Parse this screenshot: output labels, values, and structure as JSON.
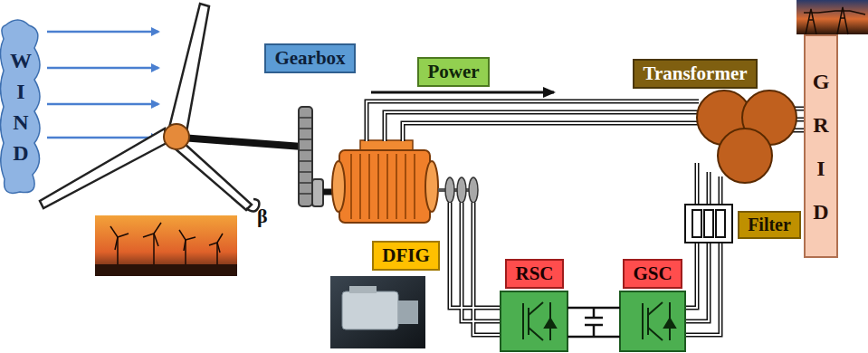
{
  "diagram": {
    "nodes": [
      {
        "text": [
          "W I N D"
        ]
      },
      {
        "text": [
          "Gearbox"
        ]
      },
      {
        "text": [
          "Power"
        ]
      },
      {
        "text": [
          "Transformer"
        ]
      },
      {
        "text": [
          "G R I D"
        ]
      },
      {
        "text": [
          "DFIG"
        ]
      },
      {
        "text": [
          "RSC"
        ]
      },
      {
        "text": [
          "GSC"
        ]
      },
      {
        "text": [
          "Filter"
        ]
      }
    ],
    "labels": [
      "β"
    ]
  }
}
